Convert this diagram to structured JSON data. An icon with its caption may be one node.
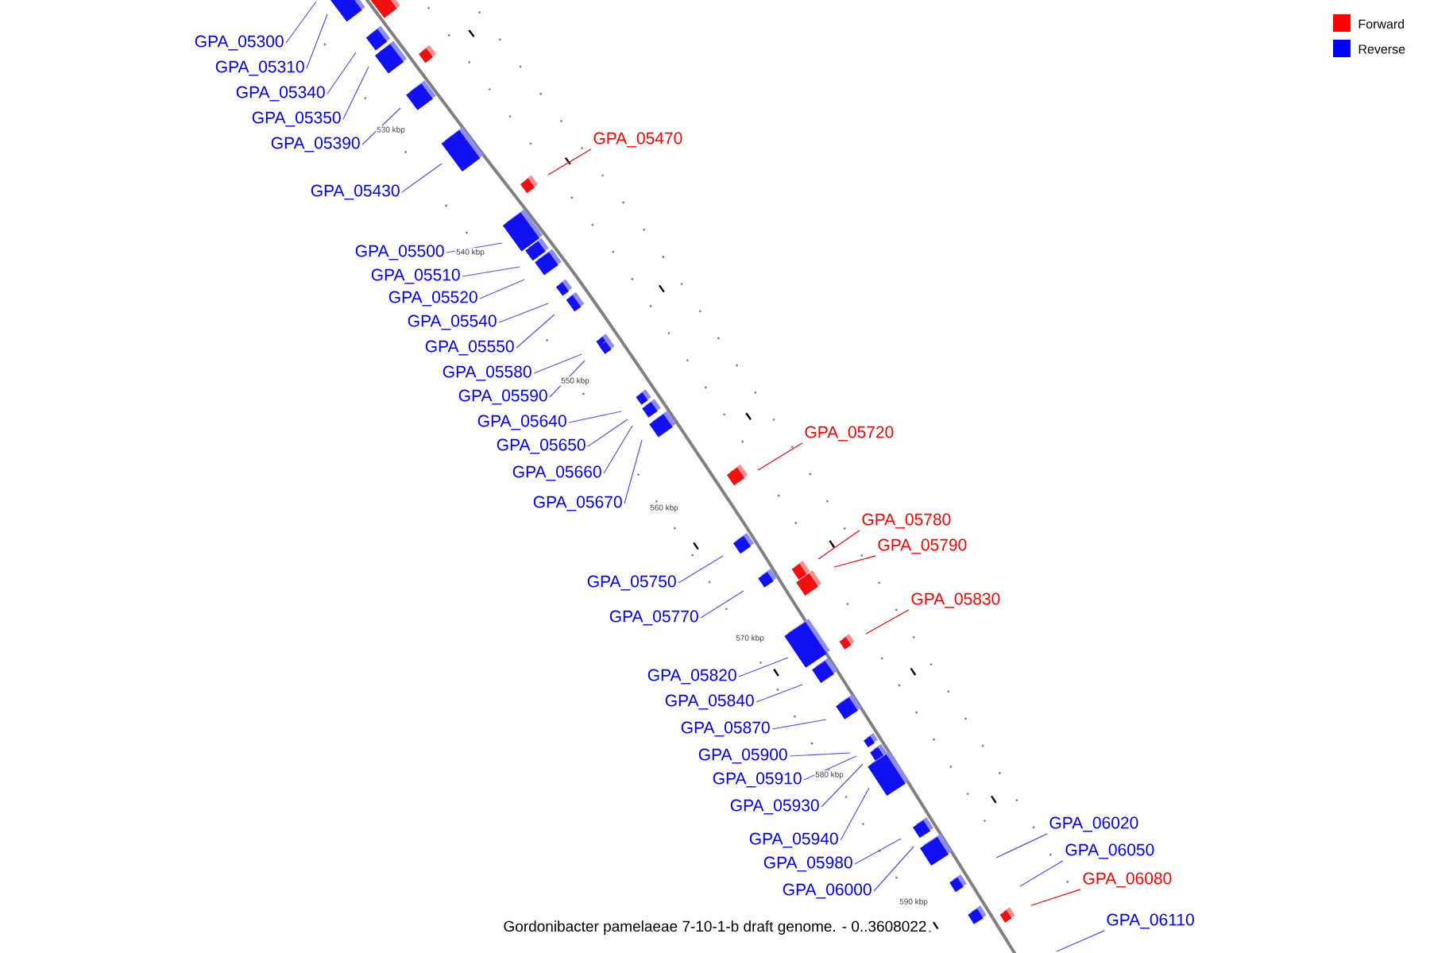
{
  "diagram": {
    "caption": "Gordonibacter pamelaeae 7-10-1-b draft genome. - 0..3608022",
    "nodes": [
      {
        "text": [
          "GPA_05300"
        ]
      },
      {
        "text": [
          "GPA_05310"
        ]
      },
      {
        "text": [
          "GPA_05340"
        ]
      },
      {
        "text": [
          "GPA_05350"
        ]
      },
      {
        "text": [
          "GPA_05390"
        ]
      },
      {
        "text": [
          "GPA_05470"
        ]
      },
      {
        "text": [
          "GPA_05430"
        ]
      },
      {
        "text": [
          "GPA_05500"
        ]
      },
      {
        "text": [
          "GPA_05510"
        ]
      },
      {
        "text": [
          "GPA_05520"
        ]
      },
      {
        "text": [
          "GPA_05540"
        ]
      },
      {
        "text": [
          "GPA_05550"
        ]
      },
      {
        "text": [
          "GPA_05580"
        ]
      },
      {
        "text": [
          "GPA_05590"
        ]
      },
      {
        "text": [
          "GPA_05640"
        ]
      },
      {
        "text": [
          "GPA_05720"
        ]
      },
      {
        "text": [
          "GPA_05650"
        ]
      },
      {
        "text": [
          "GPA_05660"
        ]
      },
      {
        "text": [
          "GPA_05670"
        ]
      },
      {
        "text": [
          "GPA_05780"
        ]
      },
      {
        "text": [
          "GPA_05790"
        ]
      },
      {
        "text": [
          "GPA_05750"
        ]
      },
      {
        "text": [
          "GPA_05830"
        ]
      },
      {
        "text": [
          "GPA_05770"
        ]
      },
      {
        "text": [
          "GPA_05820"
        ]
      },
      {
        "text": [
          "GPA_05840"
        ]
      },
      {
        "text": [
          "GPA_05870"
        ]
      },
      {
        "text": [
          "GPA_05900"
        ]
      },
      {
        "text": [
          "GPA_05910"
        ]
      },
      {
        "text": [
          "GPA_05930"
        ]
      },
      {
        "text": [
          "GPA_06020"
        ]
      },
      {
        "text": [
          "GPA_05940"
        ]
      },
      {
        "text": [
          "GPA_06050"
        ]
      },
      {
        "text": [
          "GPA_05980"
        ]
      },
      {
        "text": [
          "GPA_06080"
        ]
      },
      {
        "text": [
          "GPA_06000"
        ]
      },
      {
        "text": [
          "GPA_06110"
        ]
      }
    ],
    "edges": [
      {
        "from": 0,
        "to": null,
        "arrow": "none"
      },
      {
        "from": 1,
        "to": null,
        "arrow": "none"
      },
      {
        "from": 2,
        "to": null,
        "arrow": "none"
      },
      {
        "from": 3,
        "to": null,
        "arrow": "none"
      },
      {
        "from": 4,
        "to": null,
        "arrow": "none"
      },
      {
        "from": 5,
        "to": null,
        "arrow": "none",
        "color": "#ff0000"
      },
      {
        "from": 6,
        "to": null,
        "arrow": "none"
      },
      {
        "from": 7,
        "to": null,
        "arrow": "none"
      },
      {
        "from": 8,
        "to": null,
        "arrow": "none"
      },
      {
        "from": 9,
        "to": null,
        "arrow": "none"
      },
      {
        "from": 10,
        "to": null,
        "arrow": "none"
      },
      {
        "from": 11,
        "to": null,
        "arrow": "none"
      },
      {
        "from": 12,
        "to": null,
        "arrow": "none"
      },
      {
        "from": 13,
        "to": null,
        "arrow": "none"
      },
      {
        "from": 14,
        "to": null,
        "arrow": "none"
      },
      {
        "from": 15,
        "to": null,
        "arrow": "none",
        "color": "#ff0000"
      },
      {
        "from": 16,
        "to": null,
        "arrow": "none"
      },
      {
        "from": 17,
        "to": null,
        "arrow": "none"
      },
      {
        "from": 18,
        "to": null,
        "arrow": "none"
      },
      {
        "from": 19,
        "to": null,
        "arrow": "none",
        "color": "#ff0000"
      },
      {
        "from": 20,
        "to": null,
        "arrow": "none",
        "color": "#ff0000"
      },
      {
        "from": 21,
        "to": null,
        "arrow": "none"
      },
      {
        "from": 22,
        "to": null,
        "arrow": "none",
        "color": "#ff0000"
      },
      {
        "from": 23,
        "to": null,
        "arrow": "none"
      },
      {
        "from": 24,
        "to": null,
        "arrow": "none"
      },
      {
        "from": 25,
        "to": null,
        "arrow": "none"
      },
      {
        "from": 26,
        "to": null,
        "arrow": "none"
      },
      {
        "from": 27,
        "to": null,
        "arrow": "none"
      },
      {
        "from": 28,
        "to": null,
        "arrow": "none"
      },
      {
        "from": 29,
        "to": null,
        "arrow": "none"
      },
      {
        "from": 30,
        "to": null,
        "arrow": "none"
      },
      {
        "from": 31,
        "to": null,
        "arrow": "none"
      },
      {
        "from": 32,
        "to": null,
        "arrow": "none"
      },
      {
        "from": 33,
        "to": null,
        "arrow": "none"
      },
      {
        "from": 34,
        "to": null,
        "arrow": "none",
        "color": "#ff0000"
      },
      {
        "from": 35,
        "to": null,
        "arrow": "none"
      },
      {
        "from": 36,
        "to": null,
        "arrow": "none"
      }
    ],
    "labels": [
      "530 kbp",
      "540 kbp",
      "550 kbp",
      "560 kbp",
      "570 kbp",
      "580 kbp",
      "590 kbp"
    ],
    "legend": [
      {
        "text": "Forward",
        "color": "#ff0000"
      },
      {
        "text": "Reverse",
        "color": "#0000ff"
      }
    ]
  }
}
